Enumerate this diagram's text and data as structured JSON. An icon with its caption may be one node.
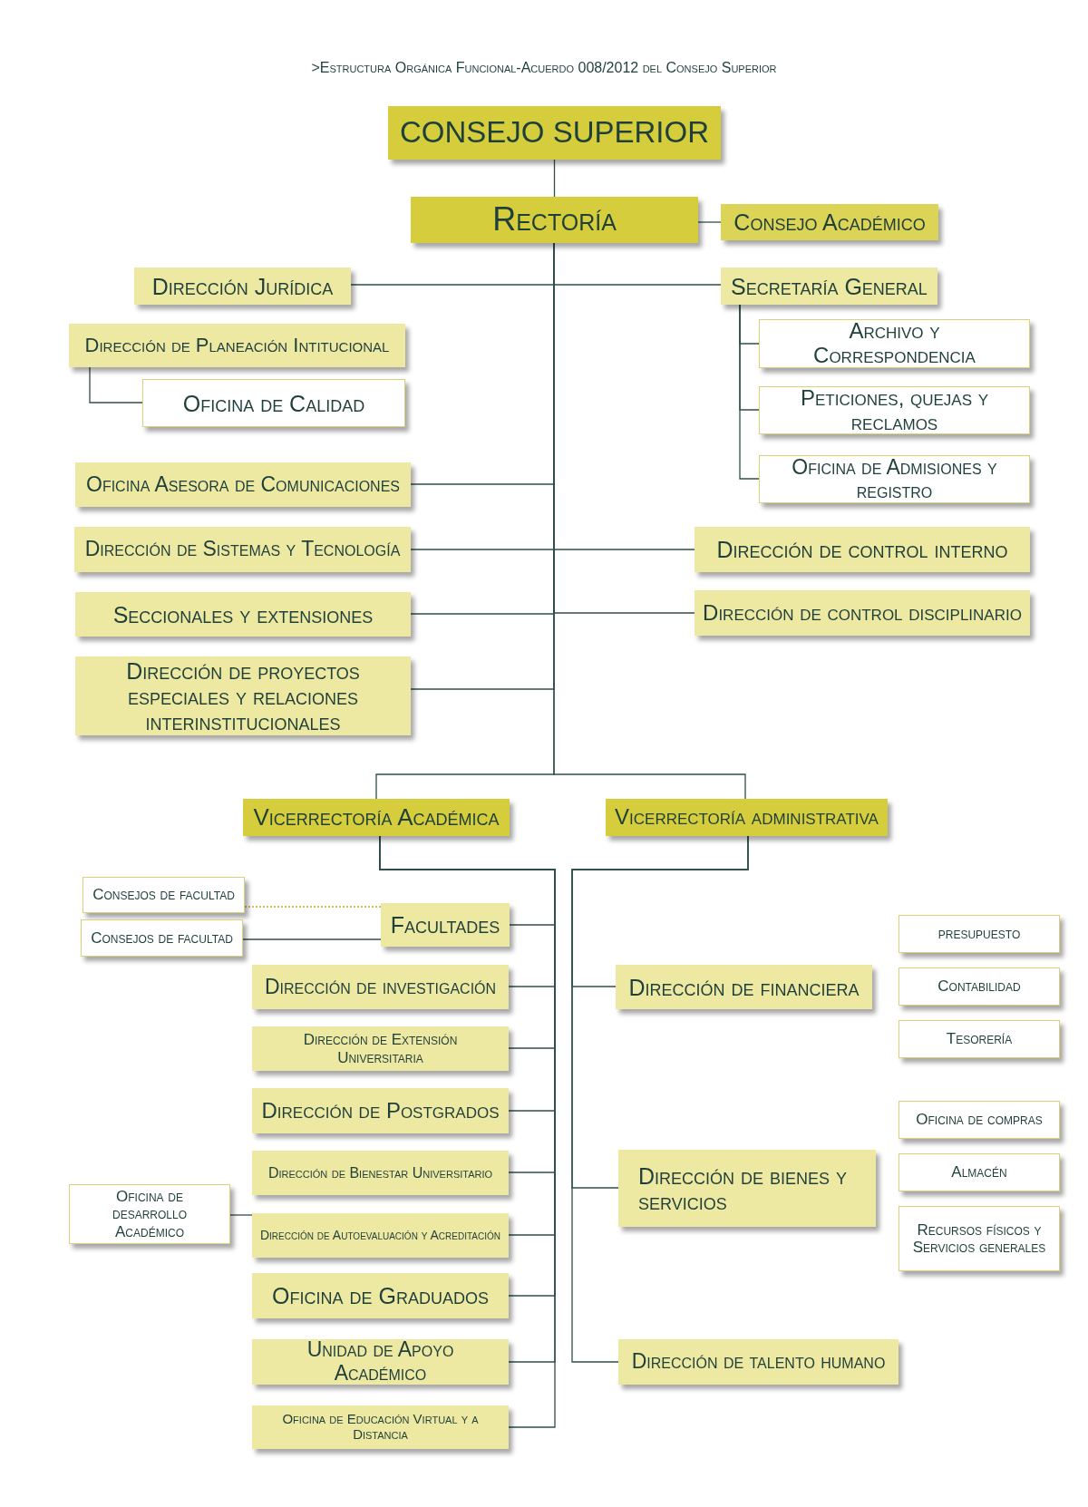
{
  "diagram": {
    "title": ">Estructura Orgánica Funcional-Acuerdo 008/2012 del Consejo Superior",
    "nodes": [
      {
        "text": [
          "CONSEJO SUPERIOR"
        ]
      },
      {
        "text": [
          "Rectoría"
        ]
      },
      {
        "text": [
          "Consejo Académico"
        ]
      },
      {
        "text": [
          "Dirección Jurídica"
        ]
      },
      {
        "text": [
          "Secretaría General"
        ]
      },
      {
        "text": [
          "Dirección de Planeación Intitucional"
        ]
      },
      {
        "text": [
          "Oficina de Calidad"
        ]
      },
      {
        "text": [
          "Archivo y Correspondencia"
        ]
      },
      {
        "text": [
          "Peticiones, quejas y reclamos"
        ]
      },
      {
        "text": [
          "Oficina de Admisiones y registro"
        ]
      },
      {
        "text": [
          "Oficina Asesora de Comunicaciones"
        ]
      },
      {
        "text": [
          "Dirección de Sistemas y Tecnología"
        ]
      },
      {
        "text": [
          "Dirección de control interno"
        ]
      },
      {
        "text": [
          "Seccionales y extensiones"
        ]
      },
      {
        "text": [
          "Dirección de control disciplinario"
        ]
      },
      {
        "text": [
          "Dirección de proyectos especiales y relaciones interinstitucionales"
        ]
      },
      {
        "text": [
          "Vicerrectoría Académica"
        ]
      },
      {
        "text": [
          "Vicerrectoría administrativa"
        ]
      },
      {
        "text": [
          "Consejos de facultad"
        ]
      },
      {
        "text": [
          "Consejos de facultad"
        ]
      },
      {
        "text": [
          "Facultades"
        ]
      },
      {
        "text": [
          "Dirección de investigación"
        ]
      },
      {
        "text": [
          "Dirección de Extensión Universitaria"
        ]
      },
      {
        "text": [
          "Dirección de Postgrados"
        ]
      },
      {
        "text": [
          "Oficina de desarrollo Académico"
        ]
      },
      {
        "text": [
          "Dirección de Bienestar Universitario"
        ]
      },
      {
        "text": [
          "Dirección de Autoevaluación y Acreditación"
        ]
      },
      {
        "text": [
          "Oficina de Graduados"
        ]
      },
      {
        "text": [
          "Unidad de Apoyo Académico"
        ]
      },
      {
        "text": [
          "Oficina de Educación Virtual y a Distancia"
        ]
      },
      {
        "text": [
          "Dirección de financiera"
        ]
      },
      {
        "text": [
          "presupuesto"
        ]
      },
      {
        "text": [
          "Contabilidad"
        ]
      },
      {
        "text": [
          "Tesorería"
        ]
      },
      {
        "text": [
          "Dirección de bienes y servicios"
        ]
      },
      {
        "text": [
          "Oficina de compras"
        ]
      },
      {
        "text": [
          "Almacén"
        ]
      },
      {
        "text": [
          "Recursos físicos y Servicios generales"
        ]
      },
      {
        "text": [
          "Dirección de talento humano"
        ]
      }
    ],
    "edges": [
      {
        "from": 0,
        "to": 1,
        "arrow": "none"
      },
      {
        "from": 1,
        "to": 2,
        "arrow": "none"
      },
      {
        "from": 1,
        "to": 3,
        "arrow": "none"
      },
      {
        "from": 1,
        "to": 4,
        "arrow": "none"
      },
      {
        "from": 4,
        "to": 7,
        "arrow": "none"
      },
      {
        "from": 4,
        "to": 8,
        "arrow": "none"
      },
      {
        "from": 4,
        "to": 9,
        "arrow": "none"
      },
      {
        "from": 5,
        "to": 6,
        "arrow": "none"
      },
      {
        "from": 1,
        "to": 10,
        "arrow": "none"
      },
      {
        "from": 1,
        "to": 11,
        "arrow": "none"
      },
      {
        "from": 1,
        "to": 12,
        "arrow": "none"
      },
      {
        "from": 1,
        "to": 13,
        "arrow": "none"
      },
      {
        "from": 1,
        "to": 14,
        "arrow": "none"
      },
      {
        "from": 1,
        "to": 15,
        "arrow": "none"
      },
      {
        "from": 1,
        "to": 16,
        "arrow": "none"
      },
      {
        "from": 1,
        "to": 17,
        "arrow": "none"
      },
      {
        "from": 16,
        "to": 20,
        "arrow": "none"
      },
      {
        "from": 16,
        "to": 21,
        "arrow": "none"
      },
      {
        "from": 16,
        "to": 22,
        "arrow": "none"
      },
      {
        "from": 16,
        "to": 23,
        "arrow": "none"
      },
      {
        "from": 16,
        "to": 25,
        "arrow": "none"
      },
      {
        "from": 16,
        "to": 26,
        "arrow": "none"
      },
      {
        "from": 16,
        "to": 27,
        "arrow": "none"
      },
      {
        "from": 16,
        "to": 28,
        "arrow": "none"
      },
      {
        "from": 16,
        "to": 29,
        "arrow": "none"
      },
      {
        "from": 17,
        "to": 30,
        "arrow": "none"
      },
      {
        "from": 17,
        "to": 34,
        "arrow": "none"
      },
      {
        "from": 17,
        "to": 38,
        "arrow": "none"
      },
      {
        "from": 18,
        "to": 20,
        "arrow": "none",
        "style": "dashed",
        "color": "#b8ad2a"
      },
      {
        "from": 19,
        "to": 20,
        "arrow": "none"
      },
      {
        "from": 24,
        "to": 26,
        "arrow": "none"
      }
    ]
  }
}
